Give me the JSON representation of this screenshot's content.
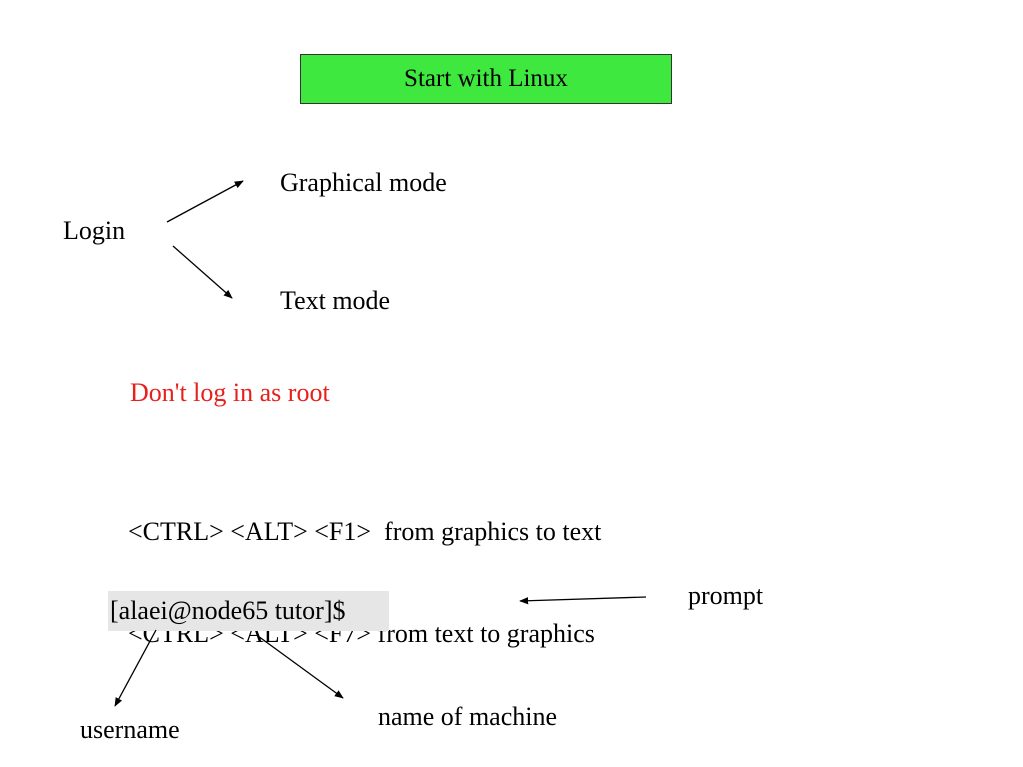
{
  "title": "Start with Linux",
  "login": {
    "label": "Login",
    "modes": [
      "Graphical mode",
      "Text mode"
    ]
  },
  "warning": "Don't log in as root",
  "shortcuts": [
    "<CTRL> <ALT> <F1>  from graphics to text",
    "<CTRL> <ALT> <F7> from text to graphics"
  ],
  "prompt_example": "[alaei@node65 tutor]$",
  "annotations": {
    "prompt": "prompt",
    "username": "username",
    "machine": "name of machine"
  },
  "colors": {
    "title_box_fill": "#3ee83e",
    "warning_text": "#e8201c",
    "prompt_highlight": "#e6e6e6",
    "text": "#000000"
  }
}
